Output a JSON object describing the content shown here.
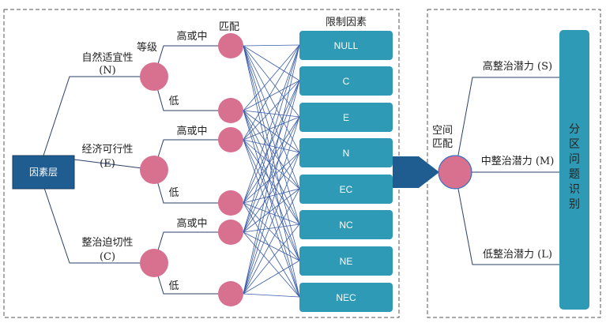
{
  "colors": {
    "dark_blue": "#1f5c8f",
    "teal": "#2e9ab5",
    "node_pink": "#d8708f",
    "line_blue": "#3a5ca8",
    "branch": "#2a3f6a",
    "frame": "#555555"
  },
  "labels": {
    "factor_layer": "因素层",
    "level": "等级",
    "match": "匹配",
    "limiting_factors": "限制因素",
    "space_match_line1": "空间",
    "space_match_line2": "匹配",
    "zoning_issue": "分区问题识别"
  },
  "factors": [
    {
      "name": "自然适宜性",
      "code": "(N)"
    },
    {
      "name": "经济可行性",
      "code": "(E)"
    },
    {
      "name": "整治迫切性",
      "code": "(C)"
    }
  ],
  "levels": {
    "high": "高或中",
    "low": "低"
  },
  "limit_boxes": [
    "NULL",
    "C",
    "E",
    "N",
    "EC",
    "NC",
    "NE",
    "NEC"
  ],
  "potentials": [
    {
      "label": "高整治潜力 (S)"
    },
    {
      "label": "中整治潜力 (M)"
    },
    {
      "label": "低整治潜力 (L)"
    }
  ]
}
